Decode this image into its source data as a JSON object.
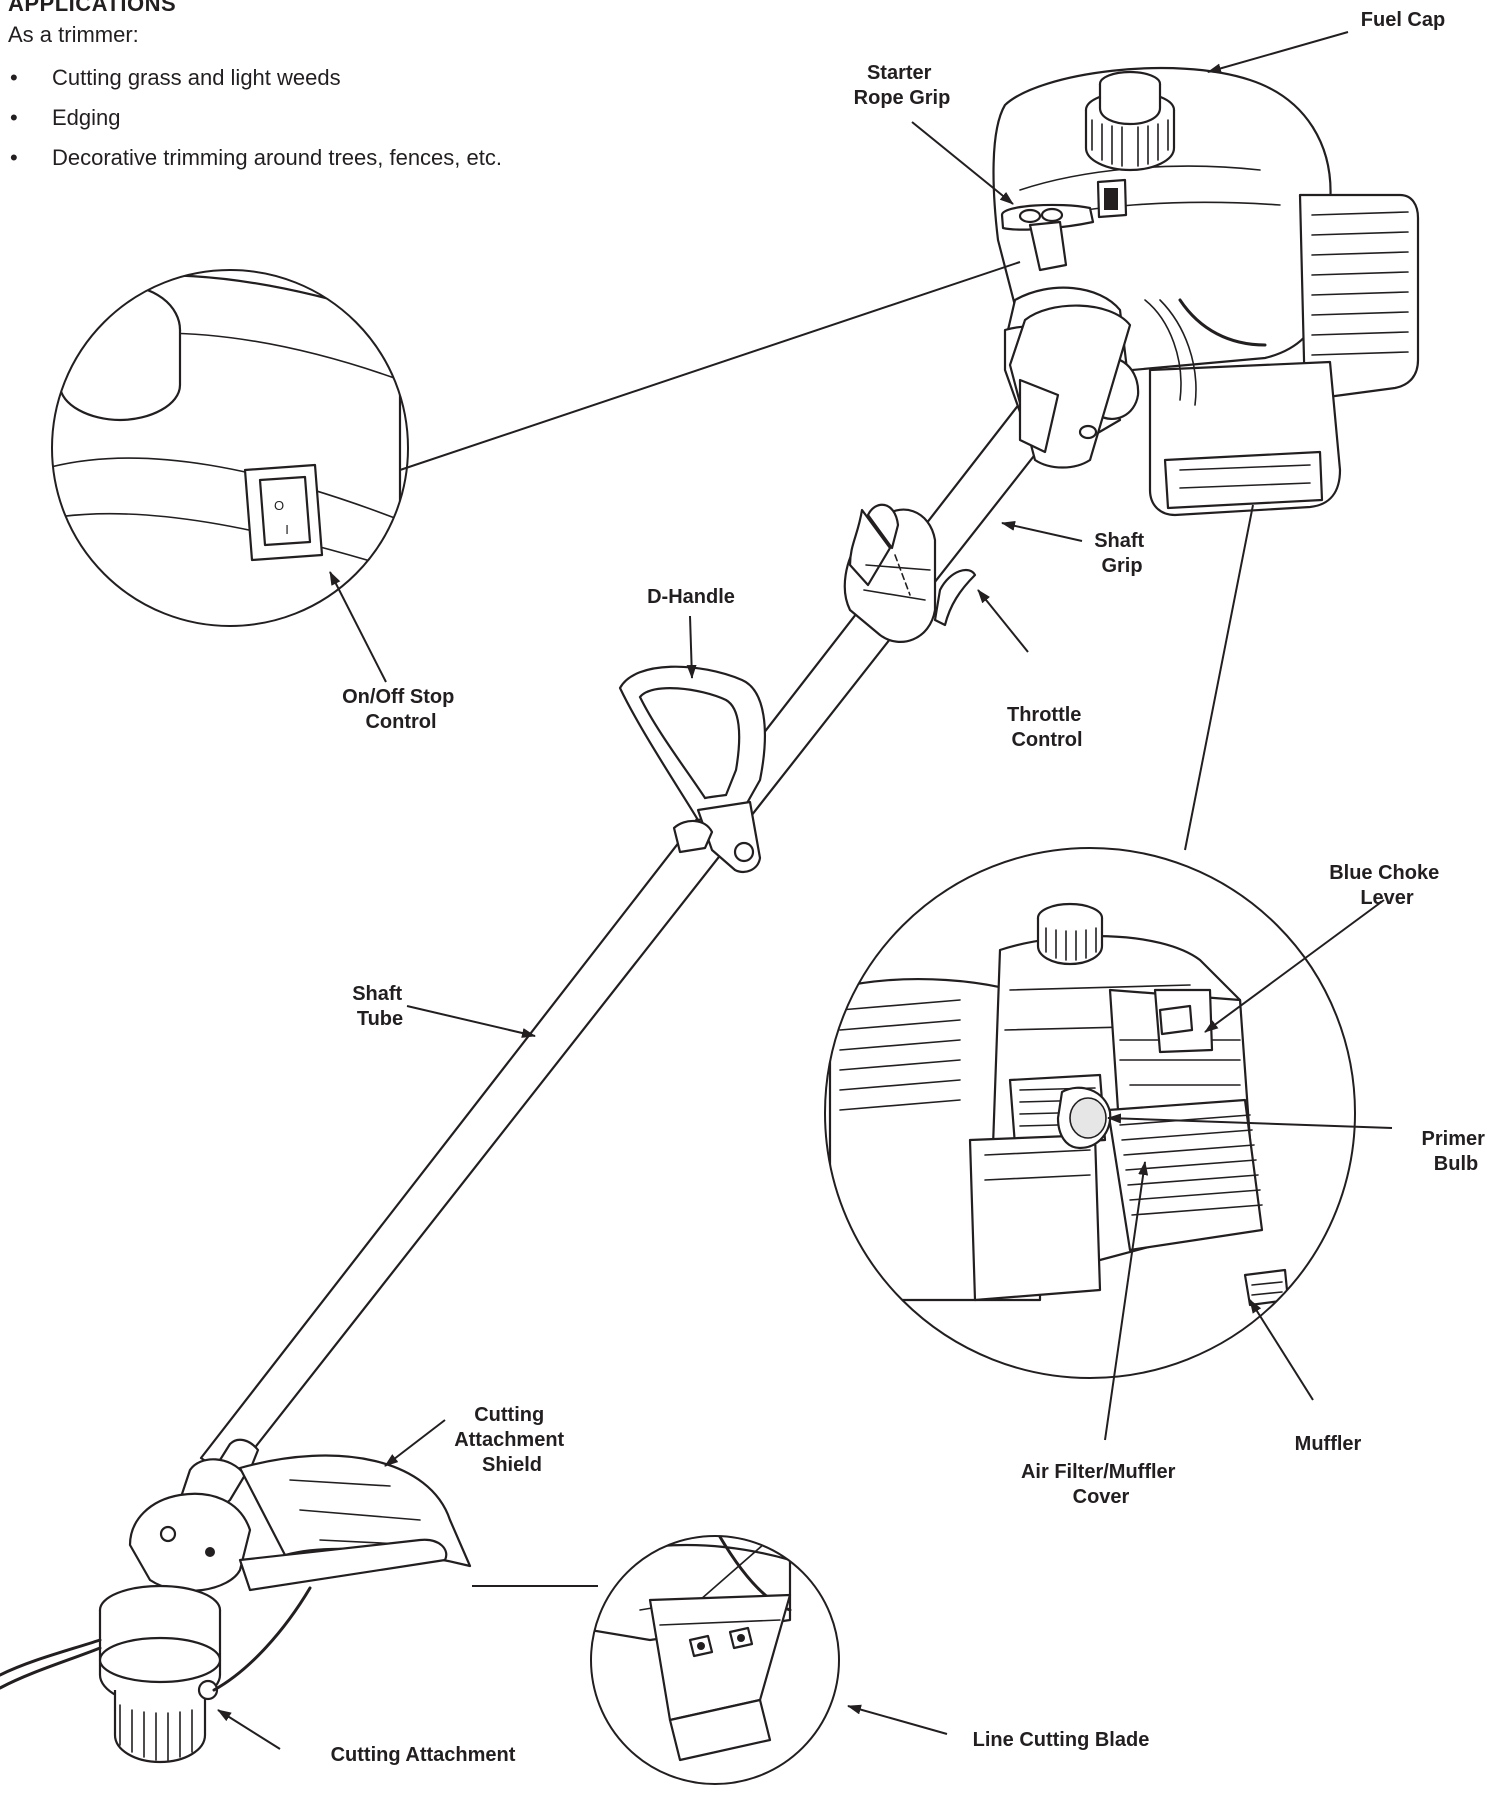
{
  "section": {
    "heading": "APPLICATIONS",
    "intro": "As a trimmer:",
    "items": [
      "Cutting grass and light weeds",
      "Edging",
      "Decorative trimming around trees, fences, etc."
    ]
  },
  "labels": {
    "fuel_cap": [
      "Fuel Cap"
    ],
    "starter_rope_grip": [
      "Starter",
      "Rope Grip"
    ],
    "shaft_grip": [
      "Shaft",
      "Grip"
    ],
    "d_handle": [
      "D-Handle"
    ],
    "throttle_control": [
      "Throttle",
      "Control"
    ],
    "on_off_stop_control": [
      "On/Off Stop",
      "Control"
    ],
    "blue_choke_lever": [
      "Blue Choke",
      "Lever"
    ],
    "primer_bulb": [
      "Primer",
      "Bulb"
    ],
    "shaft_tube": [
      "Shaft",
      "Tube"
    ],
    "muffler": [
      "Muffler"
    ],
    "air_filter_muffler_cover": [
      "Air Filter/Muffler",
      "Cover"
    ],
    "cutting_attachment_shield": [
      "Cutting",
      "Attachment",
      "Shield"
    ],
    "cutting_attachment": [
      "Cutting Attachment"
    ],
    "line_cutting_blade": [
      "Line Cutting Blade"
    ]
  },
  "switch_marks": {
    "on": "I",
    "off": "O"
  },
  "colors": {
    "ink": "#231f20",
    "paper": "#ffffff"
  }
}
